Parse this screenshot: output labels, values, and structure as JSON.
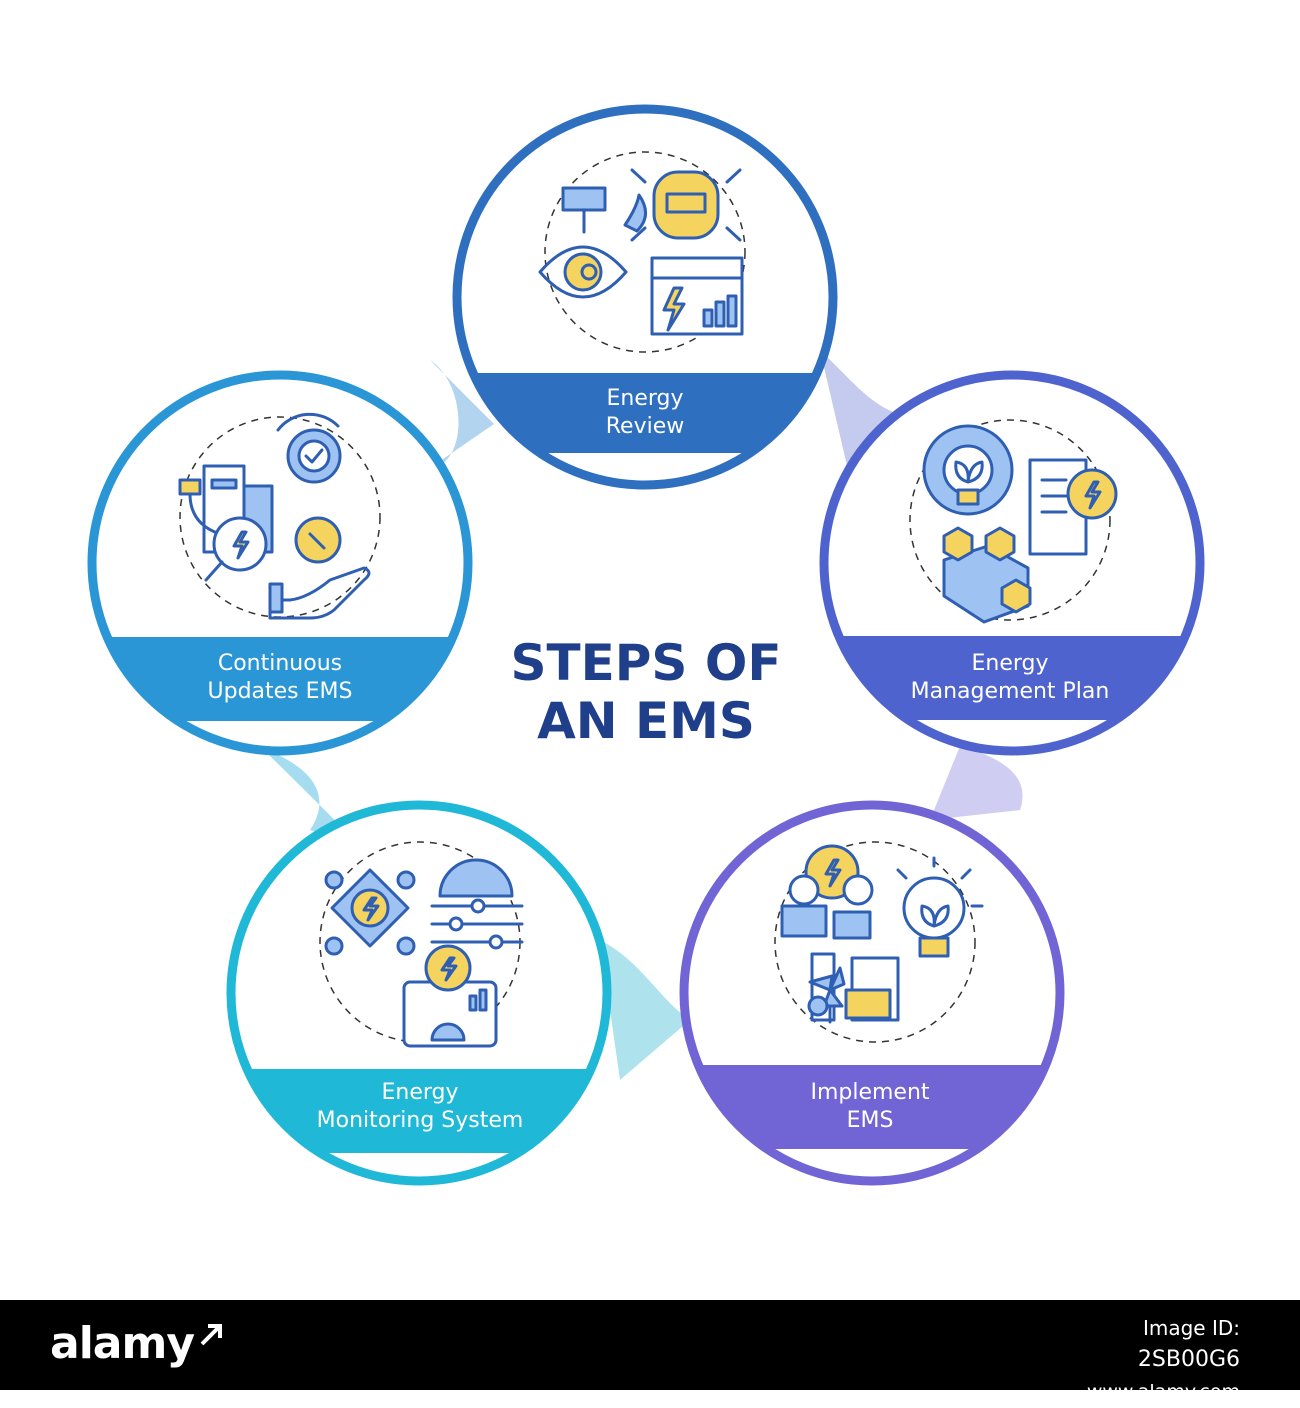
{
  "title": {
    "line1": "STEPS OF",
    "line2": "AN EMS"
  },
  "steps": [
    {
      "label_lines": [
        "Energy",
        "Review"
      ],
      "color": "#2f6fbf",
      "icon": "energy-review-icon"
    },
    {
      "label_lines": [
        "Energy",
        "Management Plan"
      ],
      "color": "#4f63cf",
      "icon": "energy-plan-icon"
    },
    {
      "label_lines": [
        "Implement",
        "EMS"
      ],
      "color": "#7165d6",
      "icon": "implement-icon"
    },
    {
      "label_lines": [
        "Energy",
        "Monitoring System"
      ],
      "color": "#1fb8d6",
      "icon": "monitoring-icon"
    },
    {
      "label_lines": [
        "Continuous",
        "Updates EMS"
      ],
      "color": "#2a96d6",
      "icon": "updates-icon"
    }
  ],
  "connector_colors": [
    "#b3d4ef",
    "#c4cbee",
    "#d0cdf2",
    "#aee3ee",
    "#a6dcf0"
  ],
  "icon_colors": {
    "stroke": "#2f5fb3",
    "yellow": "#f4d35e",
    "blue": "#9ec3f2"
  },
  "footer": {
    "brand": "alamy",
    "label": "Image ID:",
    "id": "2SB00G6",
    "url": "www.alamy.com"
  }
}
